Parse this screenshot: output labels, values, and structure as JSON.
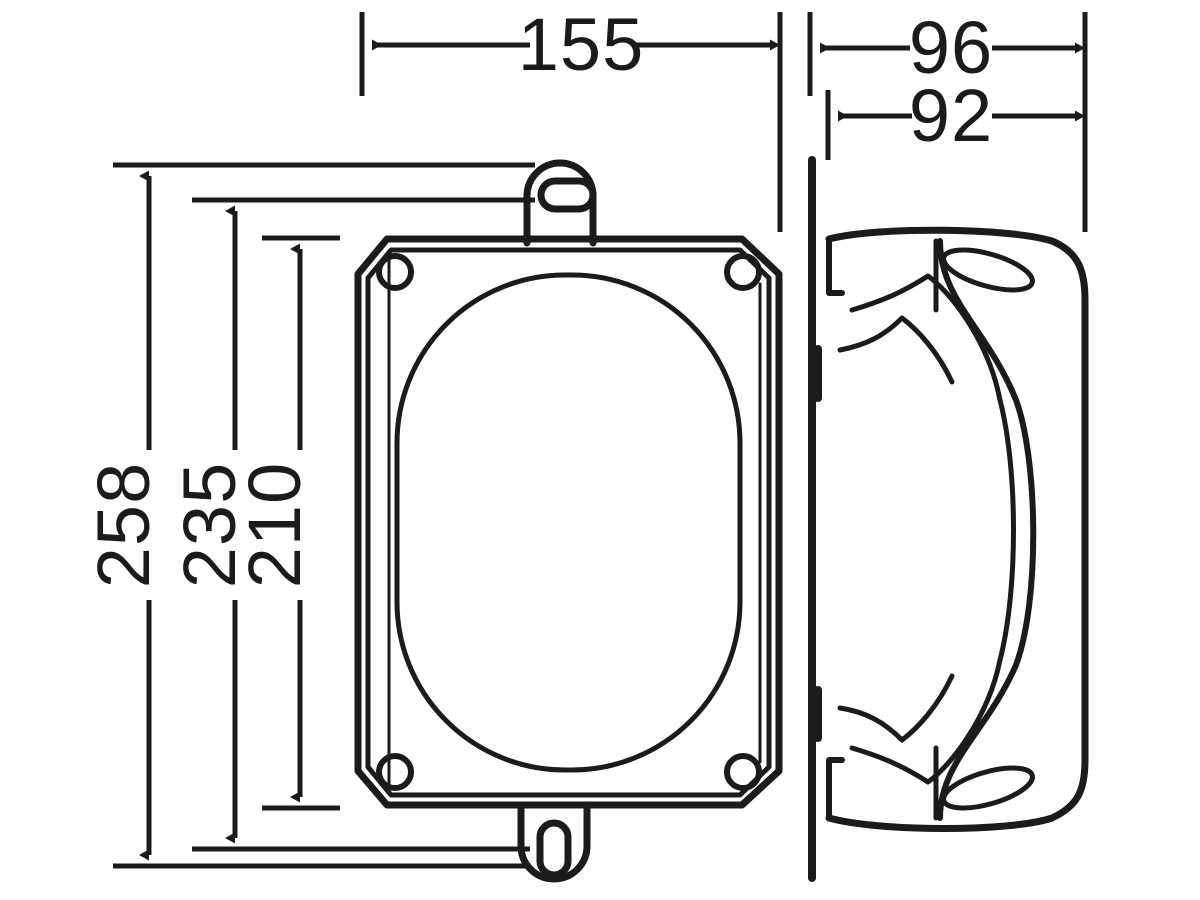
{
  "drawing": {
    "type": "technical-dimension-drawing",
    "subject": "enclosure-box-front-and-side-view",
    "background_color": "#ffffff",
    "line_color": "#1b1b1b",
    "units": "mm",
    "views": [
      {
        "name": "front-view",
        "position": "left"
      },
      {
        "name": "side-view",
        "position": "right"
      }
    ]
  },
  "dimensions": {
    "horizontal": [
      {
        "id": "width-155",
        "label": "155",
        "view": "front-view",
        "orientation": "horizontal"
      },
      {
        "id": "depth-96",
        "label": "96",
        "view": "side-view",
        "orientation": "horizontal"
      },
      {
        "id": "depth-92",
        "label": "92",
        "view": "side-view",
        "orientation": "horizontal"
      }
    ],
    "vertical": [
      {
        "id": "height-258",
        "label": "258",
        "view": "front-view",
        "orientation": "vertical"
      },
      {
        "id": "height-235",
        "label": "235",
        "view": "front-view",
        "orientation": "vertical"
      },
      {
        "id": "height-210",
        "label": "210",
        "view": "front-view",
        "orientation": "vertical"
      }
    ]
  },
  "features": {
    "front": {
      "mounting_tab_top": "mounting-tab-with-horizontal-slot",
      "mounting_tab_bottom": "mounting-tab-with-vertical-slot",
      "corner_screws": 4,
      "lid_outline": "rounded-stadium-lid",
      "body_outline": "chamfered-rounded-rectangle"
    },
    "side": {
      "wall_line": "mounting-wall-reference-line",
      "lid_profile": "curved-lid-profile",
      "oval_details": 2
    }
  },
  "chart_data": {
    "type": "table",
    "title": "",
    "categories": [
      "155",
      "96",
      "92",
      "258",
      "235",
      "210"
    ],
    "values": [
      155,
      96,
      92,
      258,
      235,
      210
    ],
    "xlabel": "",
    "ylabel": "",
    "series": [
      {
        "name": "horizontal-dimensions-mm",
        "values": [
          155,
          96,
          92
        ]
      },
      {
        "name": "vertical-dimensions-mm",
        "values": [
          258,
          235,
          210
        ]
      }
    ]
  }
}
